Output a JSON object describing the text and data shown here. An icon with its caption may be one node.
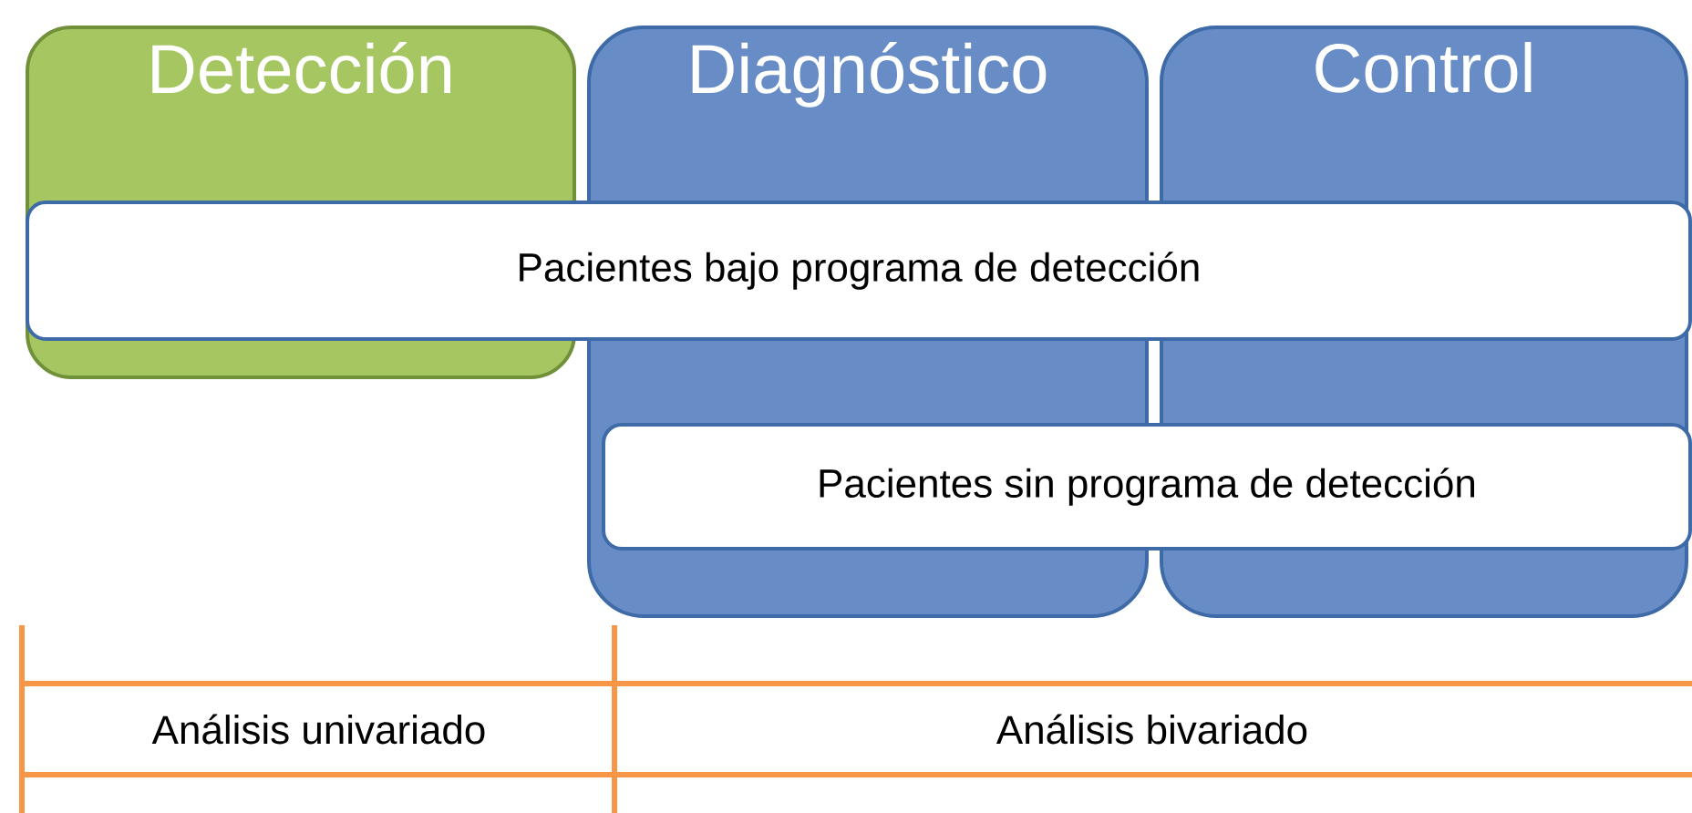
{
  "diagram": {
    "nodes": [
      {
        "text": [
          "Detección"
        ]
      },
      {
        "text": [
          "Diagnóstico"
        ]
      },
      {
        "text": [
          "Control"
        ]
      },
      {
        "text": [
          "Pacientes  bajo programa de detección"
        ]
      },
      {
        "text": [
          "Pacientes sin programa de detección"
        ]
      }
    ],
    "labels": [
      "Análisis univariado",
      "Análisis bivariado"
    ]
  }
}
